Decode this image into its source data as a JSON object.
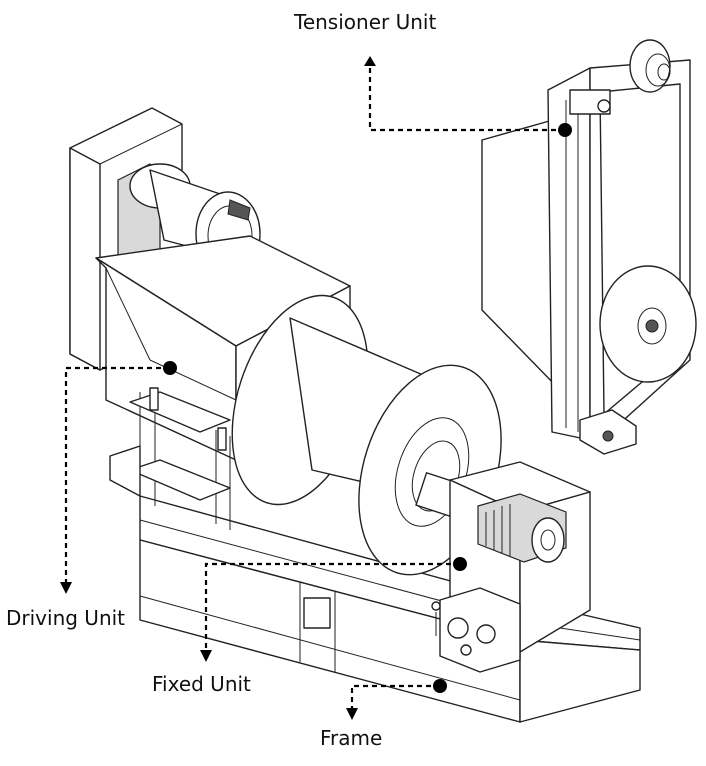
{
  "labels": {
    "tensioner_unit": "Tensioner Unit",
    "driving_unit": "Driving Unit",
    "fixed_unit": "Fixed Unit",
    "frame": "Frame"
  },
  "colors": {
    "line": "#222222",
    "leader": "#000000",
    "shade": "#d9d9d9",
    "background": "#ffffff"
  }
}
